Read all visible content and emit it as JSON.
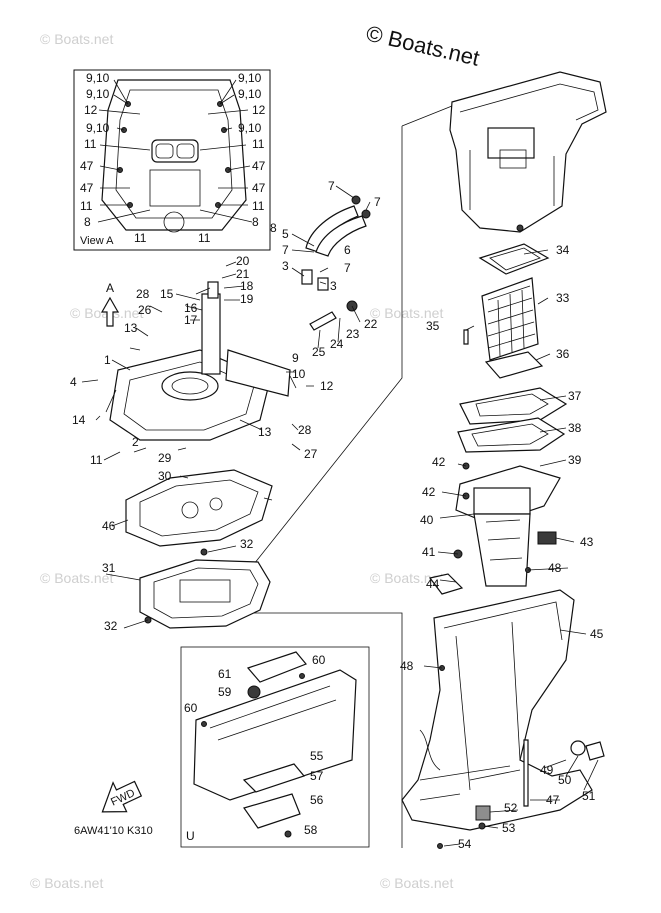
{
  "watermark": "© Boats.net",
  "brand": "© Boats.net",
  "inset": {
    "title": "View A",
    "labels": [
      "9,10",
      "9,10",
      "9,10",
      "9,10",
      "12",
      "12",
      "9,10",
      "9,10",
      "11",
      "11",
      "47",
      "47",
      "47",
      "47",
      "11",
      "11",
      "8",
      "8",
      "11",
      "11"
    ]
  },
  "callouts": [
    "1",
    "2",
    "3",
    "3",
    "4",
    "5",
    "6",
    "7",
    "7",
    "7",
    "7",
    "8",
    "9",
    "10",
    "11",
    "12",
    "13",
    "13",
    "14",
    "15",
    "16",
    "17",
    "18",
    "19",
    "20",
    "21",
    "22",
    "23",
    "24",
    "25",
    "26",
    "27",
    "28",
    "28",
    "29",
    "30",
    "31",
    "32",
    "32",
    "33",
    "34",
    "35",
    "36",
    "37",
    "38",
    "39",
    "40",
    "41",
    "42",
    "42",
    "43",
    "44",
    "45",
    "46",
    "47",
    "48",
    "48",
    "49",
    "50",
    "51",
    "52",
    "53",
    "54",
    "55",
    "56",
    "57",
    "58",
    "59",
    "60",
    "60",
    "61"
  ],
  "view_arrow_label": "A",
  "fwd_label": "FWD",
  "diagram_code": "6AW41'10 K310",
  "u_label": "U"
}
